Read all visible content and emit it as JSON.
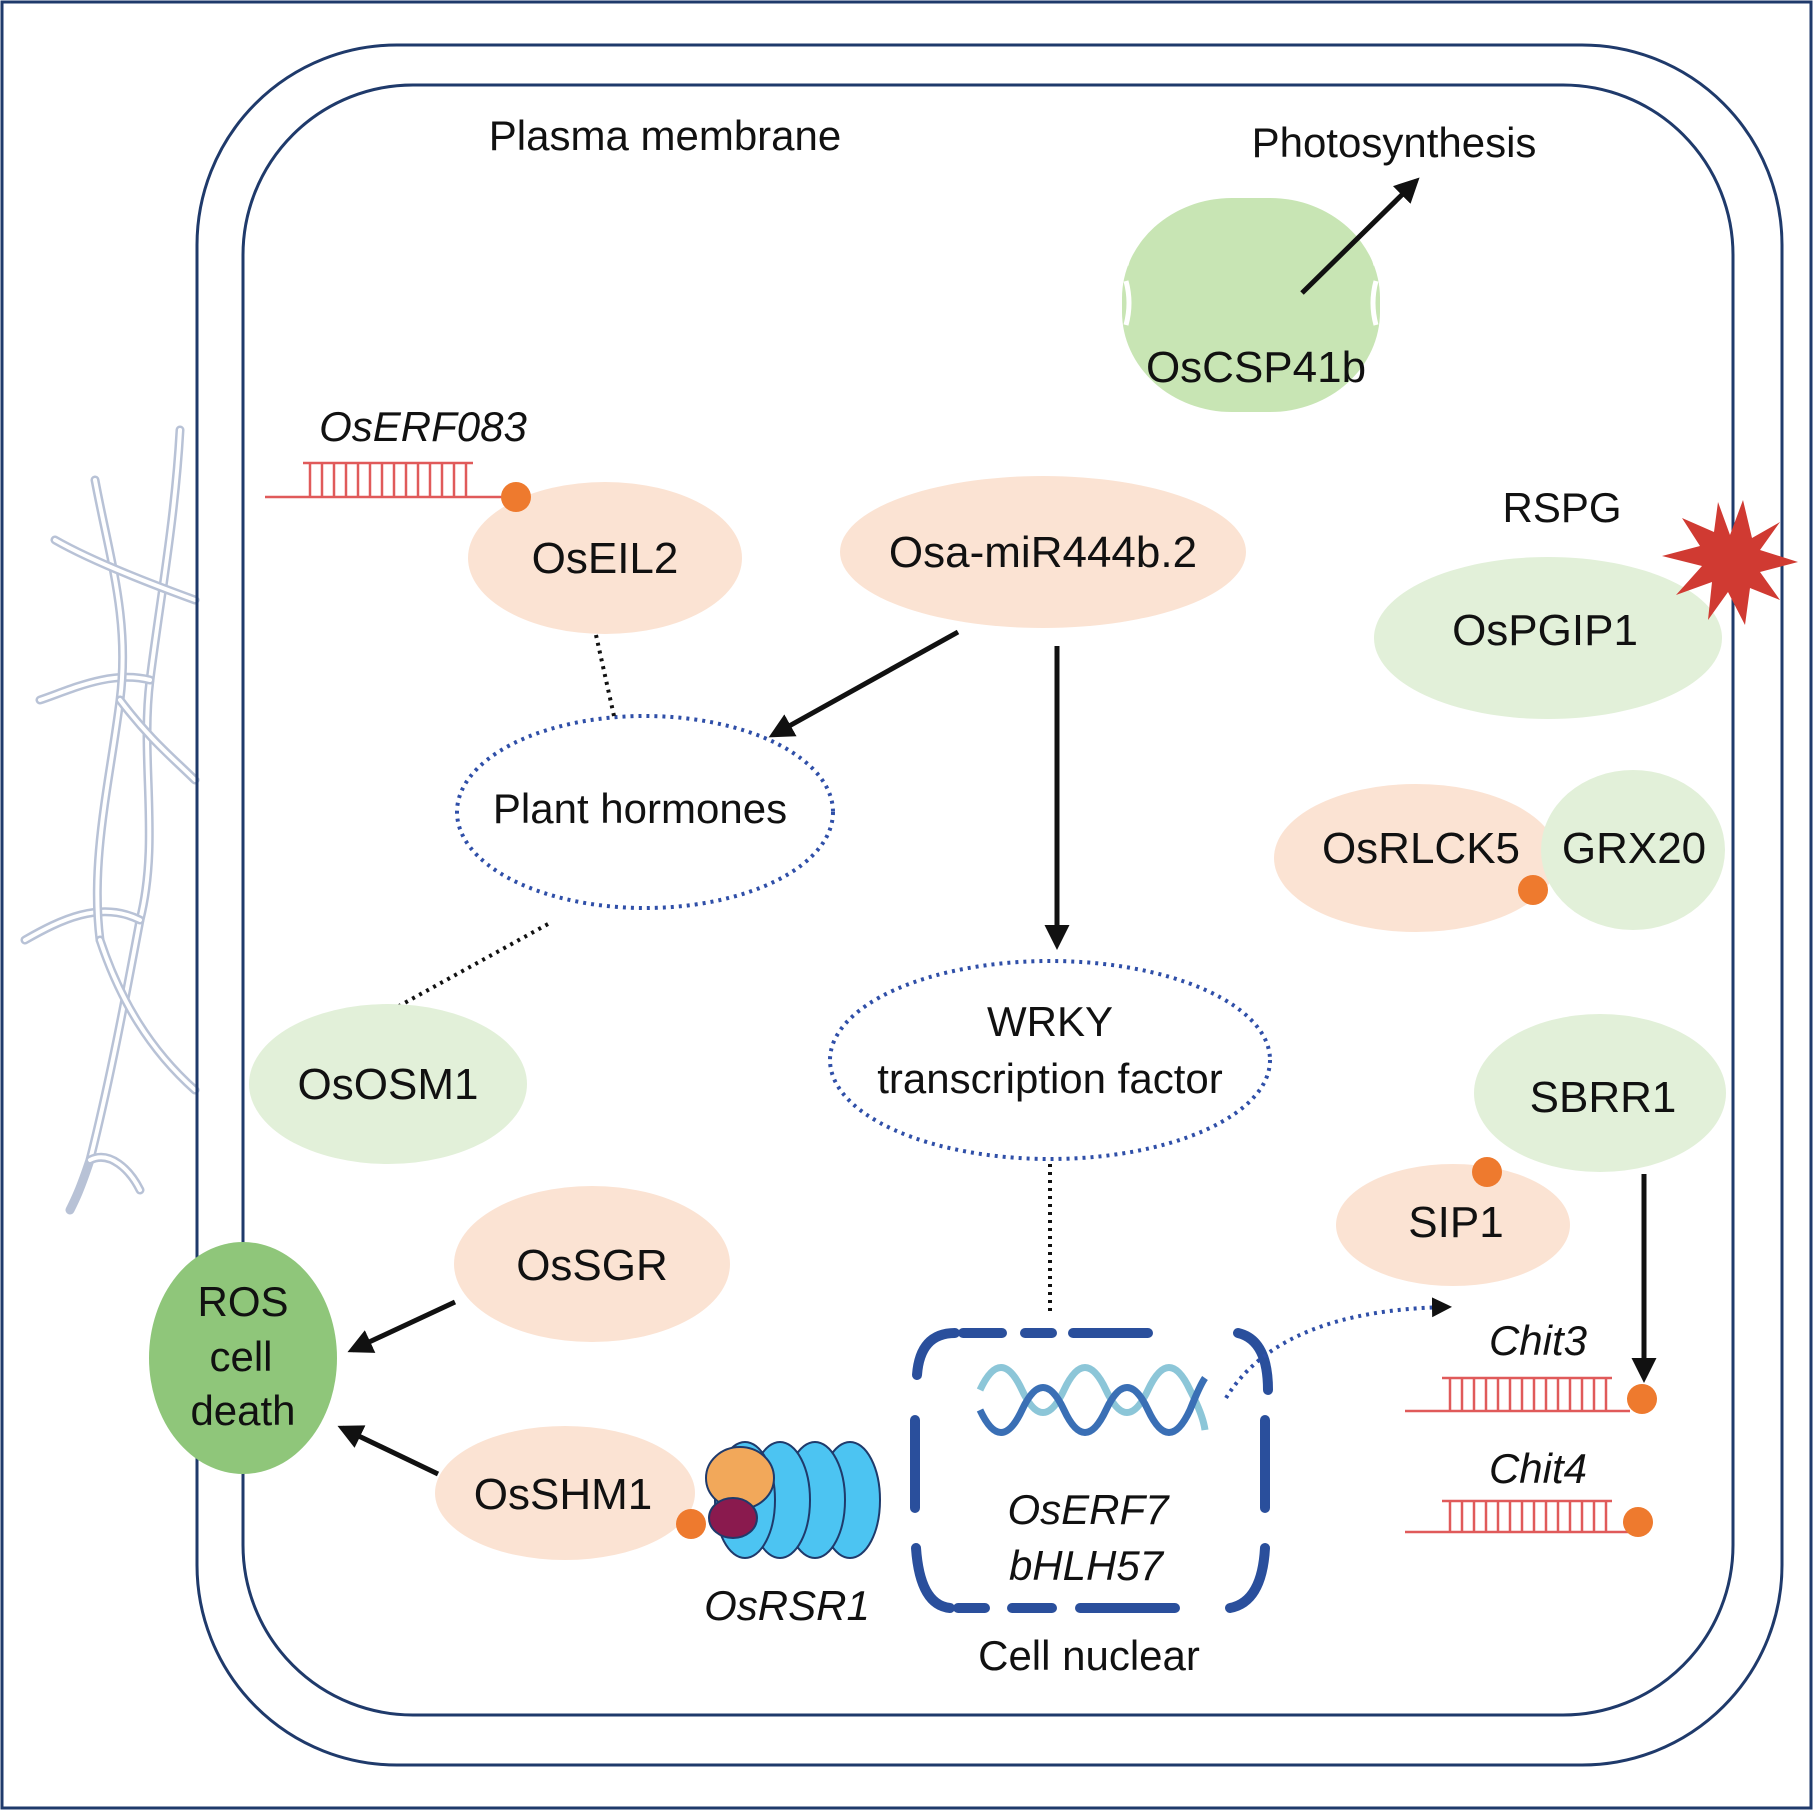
{
  "labels": {
    "plasma_membrane": "Plasma membrane",
    "photosynthesis": "Photosynthesis",
    "oscsp41b": "OsCSP41b",
    "oserf083": "OsERF083",
    "oseil2": "OsEIL2",
    "mir444": "Osa-miR444b.2",
    "rspg": "RSPG",
    "ospgip1": "OsPGIP1",
    "plant_hormones": "Plant hormones",
    "osrlck5": "OsRLCK5",
    "grx20": "GRX20",
    "wrky_line1": "WRKY",
    "wrky_line2": "transcription factor",
    "ososm1": "OsOSM1",
    "sbrr1": "SBRR1",
    "sip1": "SIP1",
    "ossgr": "OsSGR",
    "ros_line1": "ROS",
    "ros_line2": "cell",
    "ros_line3": "death",
    "chit3": "Chit3",
    "chit4": "Chit4",
    "osshm1": "OsSHM1",
    "oserf7": "OsERF7",
    "bhlh57": "bHLH57",
    "osrsr1": "OsRSR1",
    "cell_nuclear": "Cell nuclear"
  },
  "colors": {
    "membrane": "#1f3a6b",
    "peach": "#fbe3d3",
    "light_green": "#e2f0d9",
    "chloroplast_green": "#c8e5b4",
    "ros_green": "#8fc67a",
    "orange_dot": "#ee7a2e",
    "dotted_blue": "#2f4fa8",
    "nucleus_blue": "#2a4f9c",
    "dna_dark": "#3a6fb5",
    "dna_light": "#8cc6d8",
    "rna_red": "#e05a5a",
    "star_red": "#d03a32",
    "ribosome_blue": "#4cc4f2",
    "ribosome_orange": "#f2a85a",
    "ribosome_maroon": "#8a1a4e",
    "hypha": "#b8c2d6"
  }
}
